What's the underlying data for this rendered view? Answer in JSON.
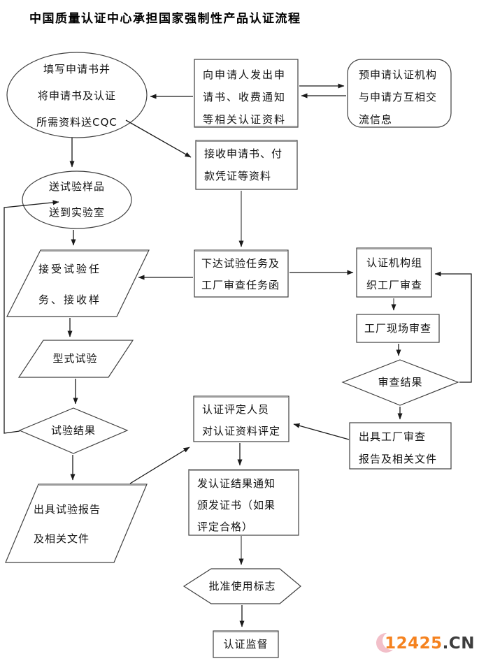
{
  "title": "中国质量认证中心承担国家强制性产品认证流程",
  "nodes": {
    "fill_application": "填写申请书并\n将申请书及认证\n所需资料送CQC",
    "send_docs": "向申请人发出申\n请书、收费通知\n等相关认证资料",
    "pre_apply": "预申请认证机构\n与申请方互相交\n流信息",
    "receive_docs": "接收申请书、付\n款凭证等资料",
    "send_samples": "送试验样品\n送到实验室",
    "accept_task": "接受试验任\n务、接收样",
    "assign_task": "下达试验任务及\n工厂审查任务函",
    "organize_audit": "认证机构组\n织工厂审查",
    "factory_onsite_audit": "工厂现场审查",
    "audit_result": "审查结果",
    "type_test": "型式试验",
    "test_result": "试验结果",
    "evaluate": "认证评定人员\n对认证资料评定",
    "factory_audit_report": "出具工厂审查\n报告及相关文件",
    "test_report": "出具试验报告\n及相关文件",
    "issue_result": "发认证结果通知\n颁发证书（如果\n评定合格）",
    "approve_mark": "批准使用标志",
    "supervision": "认证监督"
  },
  "logo": {
    "number": "12425",
    "suffix": ".CN",
    "number_color": "#F5821F",
    "suffix_color": "#3D3D3D",
    "crescent_color": "#F2BFC9"
  },
  "colors": {
    "shape_stroke": "#404040",
    "shape_highlight": "#9E9E9E",
    "connector": "#1A1A1A",
    "text": "#000000",
    "background": "#FFFFFF"
  }
}
